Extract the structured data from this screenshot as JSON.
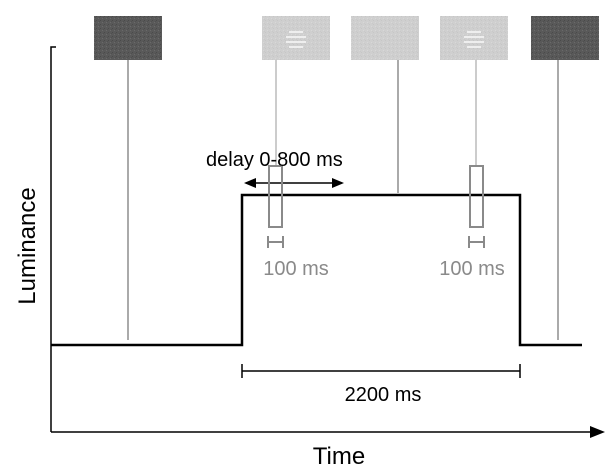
{
  "axes": {
    "x_label": "Time",
    "y_label": "Luminance"
  },
  "annotations": {
    "delay": "delay 0-800 ms",
    "probe_duration_1": "100 ms",
    "probe_duration_2": "100 ms",
    "total_duration": "2200 ms"
  },
  "stimuli": [
    {
      "name": "dark-screen",
      "kind": "uniform",
      "color": "#5a5a5a"
    },
    {
      "name": "probe-grating",
      "kind": "grating",
      "color": "#d0d0d0"
    },
    {
      "name": "bright-screen",
      "kind": "uniform",
      "color": "#d0d0d0"
    },
    {
      "name": "probe-grating",
      "kind": "grating",
      "color": "#d0d0d0"
    },
    {
      "name": "dark-screen",
      "kind": "uniform",
      "color": "#5a5a5a"
    }
  ],
  "colors": {
    "signal": "#000000",
    "probe": "#8a8a8a",
    "connector_dark": "#555555",
    "connector_light": "#9a9a9a"
  }
}
